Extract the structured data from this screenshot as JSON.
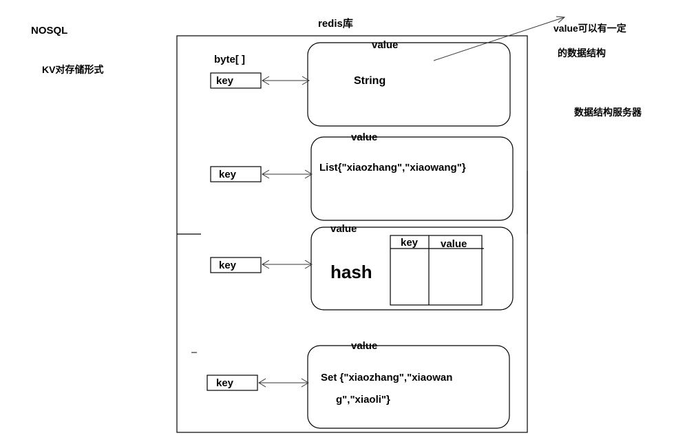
{
  "labels": {
    "nosql": "NOSQL",
    "kv_form": "KV对存储形式",
    "redis_lib": "redis库",
    "value_note_line1": "value可以有一定",
    "value_note_line2": "的数据结构",
    "data_structure_server": "数据结构服务器",
    "byte_array": "byte[ ]"
  },
  "rows": [
    {
      "key": "key",
      "value_label": "value",
      "content": "String"
    },
    {
      "key": "key",
      "value_label": "value",
      "content": "List{\"xiaozhang\",\"xiaowang\"}"
    },
    {
      "key": "key",
      "value_label": "value",
      "content": "hash",
      "table_headers": [
        "key",
        "value"
      ]
    },
    {
      "key": "key",
      "value_label": "value",
      "content_line1": "Set {\"xiaozhang\",\"xiaowan",
      "content_line2": "g\",\"xiaoli\"}"
    }
  ],
  "colors": {
    "line": "#000000",
    "arrow": "#333333",
    "background": "#ffffff"
  }
}
